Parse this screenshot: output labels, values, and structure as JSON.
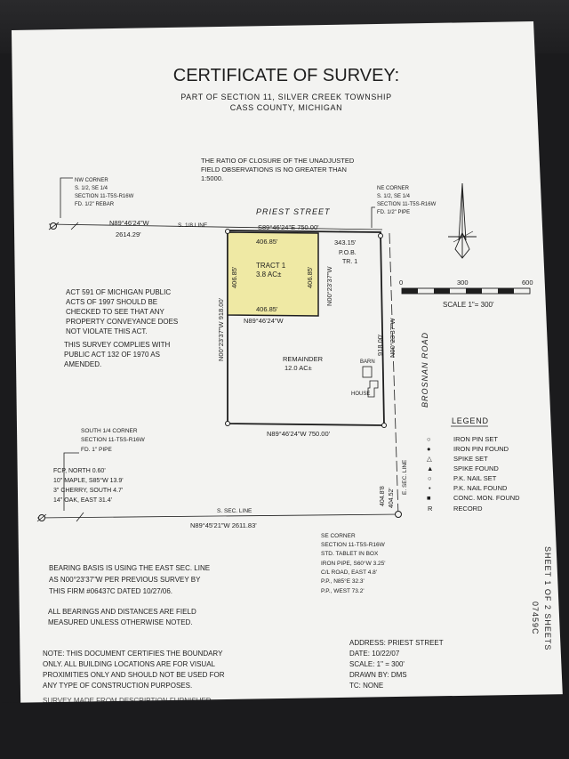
{
  "title": "CERTIFICATE OF SURVEY:",
  "subtitle_line1": "PART OF SECTION 11, SILVER CREEK TOWNSHIP",
  "subtitle_line2": "CASS COUNTY, MICHIGAN",
  "closure": [
    "THE RATIO OF CLOSURE OF THE UNADJUSTED",
    "FIELD OBSERVATIONS IS NO GREATER THAN",
    "1:5000."
  ],
  "nw_corner": [
    "NW CORNER",
    "S. 1/2, SE 1/4",
    "SECTION 11-T5S-R16W",
    "FD. 1/2\" REBAR"
  ],
  "ne_corner": [
    "NE CORNER",
    "S. 1/2, SE 1/4",
    "SECTION 11-T5S-R16W",
    "FD. 1/2\" PIPE"
  ],
  "street_priest": "PRIEST STREET",
  "road_brosnan": "BROSNAN ROAD",
  "north_line_bearing": "N89°46'24\"W",
  "north_line_dist": "2614.29'",
  "s18_line": "S. 1/8 LINE",
  "top_bearing": "S89°46'24\"E  750.00'",
  "tract_top": "406.85'",
  "tract_bottom": "406.85'",
  "tract_left": "406.85'",
  "tract_right": "406.85'",
  "tract_bearing_bottom": "N89°46'24\"W",
  "tract_name": "TRACT 1",
  "tract_area": "3.8 AC±",
  "tract_east_bearing": "N00°23'37\"W",
  "pob_dist": "343.15'",
  "pob_label": [
    "P.O.B.",
    "TR. 1"
  ],
  "west_bearing": "N00°23'37\"W  918.00'",
  "east_bearing": "N00°23'37\"W",
  "east_dist": "918.00'",
  "remainder": [
    "REMAINDER",
    "12.0 AC±"
  ],
  "barn": "BARN",
  "house": "HOUSE",
  "south_bearing": "N89°46'24\"W  750.00'",
  "act_note": [
    "ACT 591 OF MICHIGAN PUBLIC",
    "ACTS OF 1997 SHOULD BE",
    "CHECKED TO SEE THAT ANY",
    "PROPERTY CONVEYANCE DOES",
    "NOT VIOLATE THIS ACT."
  ],
  "complies_note": [
    "THIS SURVEY COMPLIES WITH",
    "PUBLIC ACT 132 OF 1970 AS",
    "AMENDED."
  ],
  "south_corner": [
    "SOUTH 1/4 CORNER",
    "SECTION 11-T5S-R16W",
    "FD. 1\" PIPE",
    "FCP, NORTH 0.60'",
    "10\" MAPLE, S85°W 13.9'",
    "3\" CHERRY, SOUTH 4.7'",
    "14\" OAK, EAST 31.4'"
  ],
  "s_sec_line": "S. SEC. LINE",
  "s_sec_bearing": "N89°45'21\"W   2611.83'",
  "e_sec_line": "E. SEC. LINE",
  "e_dist_1": "404.8'8",
  "e_dist_2": "404.52'",
  "se_corner": [
    "SE CORNER",
    "SECTION 11-T5S-R16W",
    "STD. TABLET IN BOX",
    "IRON PIPE, S60°W 3.25'",
    "C/L ROAD, EAST 4.8'",
    "P.P., N85°E 32.3'",
    "P.P., WEST 73.2'"
  ],
  "scale_labels": [
    "0",
    "300",
    "600"
  ],
  "scale_text": "SCALE 1\"= 300'",
  "legend_title": "LEGEND",
  "legend_items": [
    "IRON PIN SET",
    "IRON PIN FOUND",
    "SPIKE SET",
    "SPIKE FOUND",
    "P.K. NAIL SET",
    "P.K. NAIL FOUND",
    "CONC. MON. FOUND",
    "RECORD"
  ],
  "legend_symbols": [
    "○",
    "●",
    "△",
    "▲",
    "○",
    "•",
    "■",
    "R"
  ],
  "bearing_basis": [
    "BEARING BASIS IS USING THE EAST SEC. LINE",
    "AS N00°23'37\"W PER PREVIOUS SURVEY BY",
    "THIS FIRM #06437C DATED 10/27/06."
  ],
  "all_bearings": [
    "ALL BEARINGS AND DISTANCES ARE FIELD",
    "MEASURED UNLESS OTHERWISE NOTED."
  ],
  "note": [
    "NOTE:  THIS DOCUMENT CERTIFIES THE BOUNDARY",
    "ONLY.  ALL BUILDING LOCATIONS ARE FOR VISUAL",
    "PROXIMITIES ONLY AND SHOULD NOT BE USED FOR",
    "ANY TYPE OF CONSTRUCTION PURPOSES."
  ],
  "address_block": [
    "ADDRESS: PRIEST STREET",
    "DATE:  10/22/07",
    "SCALE: 1\" = 300'",
    "DRAWN BY: DMS",
    "TC: NONE"
  ],
  "sheet_label": [
    "SHEET  1  OF  2  SHEETS",
    "07459C"
  ],
  "cut_off_line": "SURVEY MADE FROM DESCRIPTION FURNISHED",
  "colors": {
    "tract_fill": "#efe9a4",
    "paper": "#f3f3f1",
    "ink": "#1e1e1e"
  }
}
